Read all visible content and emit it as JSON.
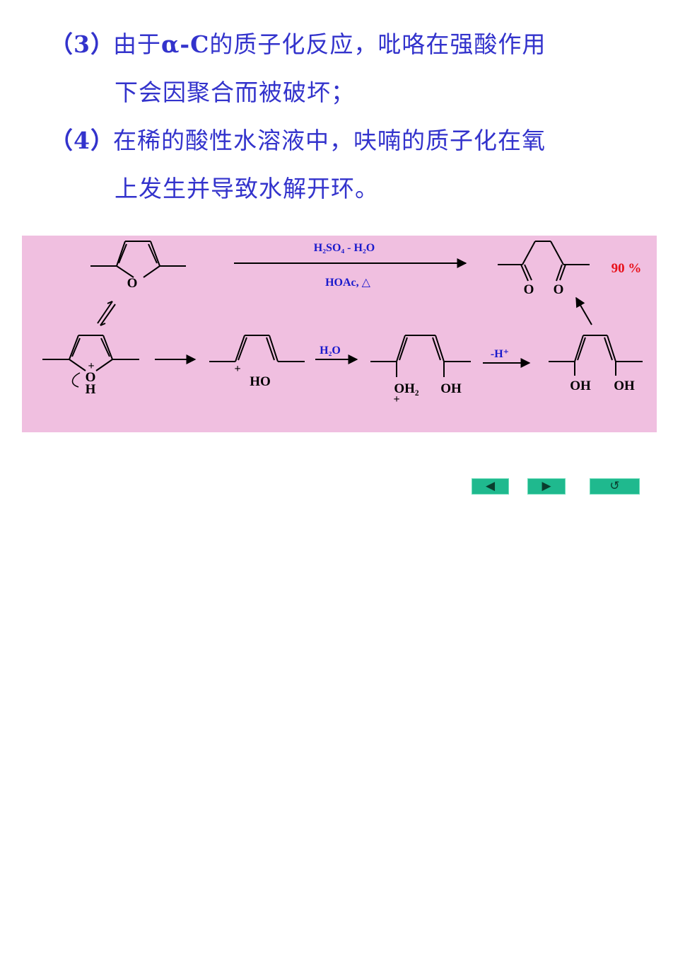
{
  "points": [
    {
      "number": "（3）",
      "line1_a": "由于",
      "line1_b": "α-C",
      "line1_c": "的质子化反应，吡咯在强酸作用",
      "line2": "下会因聚合而被破坏；"
    },
    {
      "number": "（4）",
      "line1_a": "在稀的酸性水溶液中，呋喃的质子化在氧",
      "line1_b": "",
      "line1_c": "",
      "line2": "上发生并导致水解开环。"
    }
  ],
  "scheme": {
    "top_conditions_1": "H₂SO₄ - H₂O",
    "top_conditions_2": "HOAc, △",
    "yield": "90 %",
    "furan_o": "O",
    "dione_o1": "O",
    "dione_o2": "O",
    "oxonium_plus": "+",
    "oxonium_o": "O",
    "oxonium_h": "H",
    "cation_plus": "+",
    "cation_ho": "HO",
    "water_reagent": "H₂O",
    "oh2_label": "OH₂",
    "oh2_plus": "+",
    "oh_label_1": "OH",
    "deprot_reagent": "-H⁺",
    "enol_oh_1": "OH",
    "enol_oh_2": "OH"
  },
  "colors": {
    "text_blue": "#3333cc",
    "scheme_bg": "#f0bfe0",
    "reagent_blue": "#1a1acc",
    "yield_red": "#e8101a",
    "nav_green": "#1fb98e"
  },
  "nav": {
    "prev_icon": "◀",
    "next_icon": "▶",
    "return_icon": "↺"
  }
}
